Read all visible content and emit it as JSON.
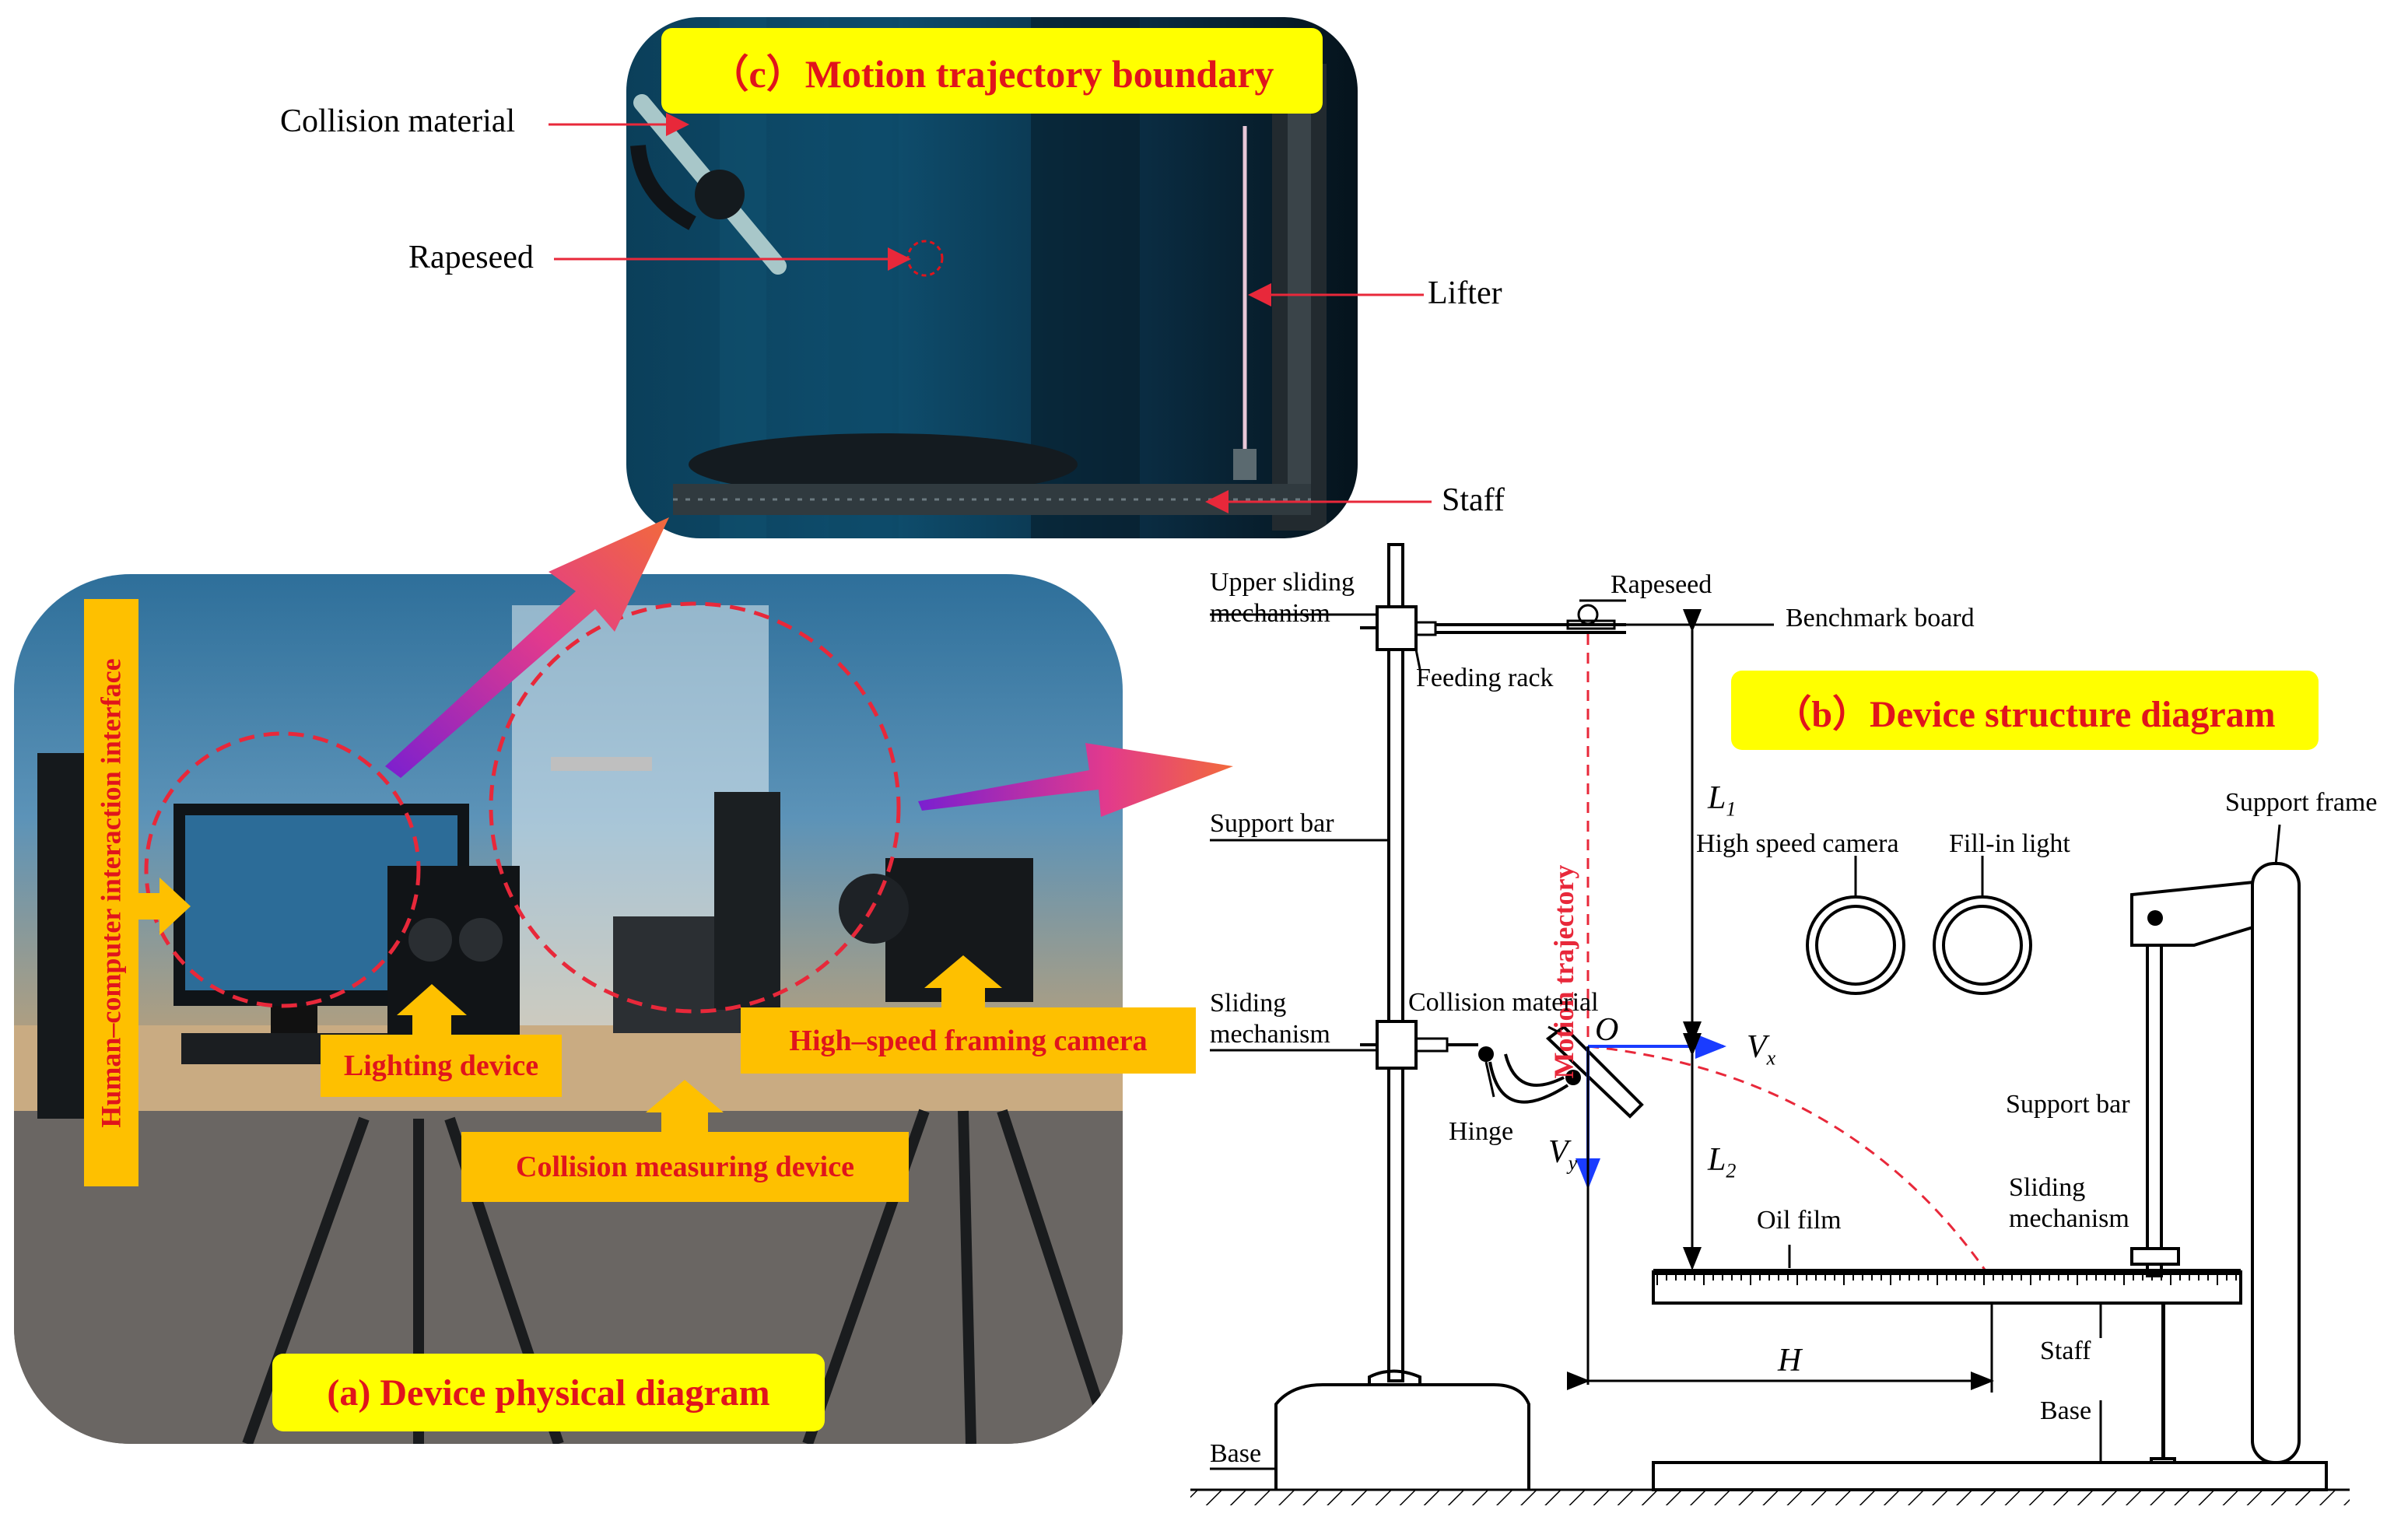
{
  "panel_c": {
    "title": "（c）Motion trajectory boundary",
    "labels": {
      "collision_material": "Collision material",
      "rapeseed": "Rapeseed",
      "lifter": "Lifter",
      "staff": "Staff"
    }
  },
  "panel_a": {
    "title": "(a) Device physical diagram",
    "labels": {
      "hci": "Human–computer interaction interface",
      "lighting": "Lighting device",
      "collision_device": "Collision measuring device",
      "camera": "High–speed framing camera"
    }
  },
  "panel_b": {
    "title": "（b）Device structure diagram",
    "labels": {
      "upper_sliding_1": "Upper sliding",
      "upper_sliding_2": "mechanism",
      "rapeseed": "Rapeseed",
      "benchmark_board": "Benchmark board",
      "feeding_rack": "Feeding rack",
      "support_bar_left": "Support bar",
      "motion_trajectory": "Motion trajectory",
      "l1": "L",
      "l1_sub": "1",
      "high_speed_camera": "High speed camera",
      "fill_in_light": "Fill-in light",
      "support_frame": "Support frame",
      "sliding_mechanism_1": "Sliding",
      "sliding_mechanism_2": "mechanism",
      "collision_material": "Collision material",
      "o": "O",
      "vx": "V",
      "vx_sub": "x",
      "hinge": "Hinge",
      "vy": "V",
      "vy_sub": "y",
      "l2": "L",
      "l2_sub": "2",
      "support_bar_right": "Support bar",
      "sliding_right_1": "Sliding",
      "sliding_right_2": "mechanism",
      "oil_film": "Oil film",
      "h": "H",
      "staff": "Staff",
      "base_right": "Base",
      "base_left": "Base"
    }
  },
  "colors": {
    "yellow": "#ffff00",
    "orange": "#fec000",
    "red_text": "#e0141c",
    "arrow_red": "#e8283a",
    "blue": "#1a3cff"
  }
}
